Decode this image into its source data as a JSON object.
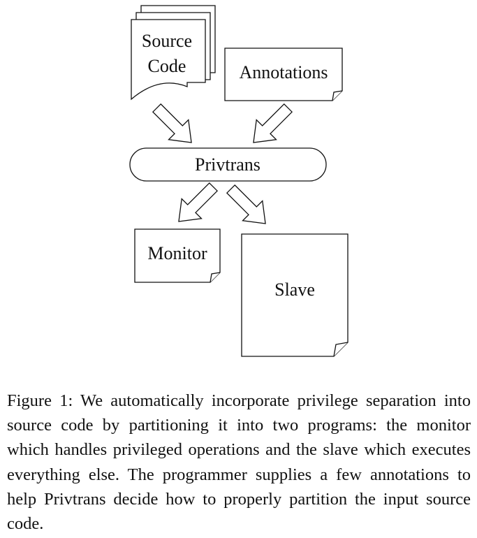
{
  "diagram": {
    "nodes": {
      "source_code_line1": "Source",
      "source_code_line2": "Code",
      "annotations": "Annotations",
      "privtrans": "Privtrans",
      "monitor": "Monitor",
      "slave": "Slave"
    }
  },
  "caption": {
    "text": "Figure 1: We automatically incorporate privilege separation into source code by partitioning it into two programs: the monitor which handles privileged operations and the slave which executes everything else. The programmer supplies a few annotations to help Privtrans decide how to properly partition the input source code."
  }
}
